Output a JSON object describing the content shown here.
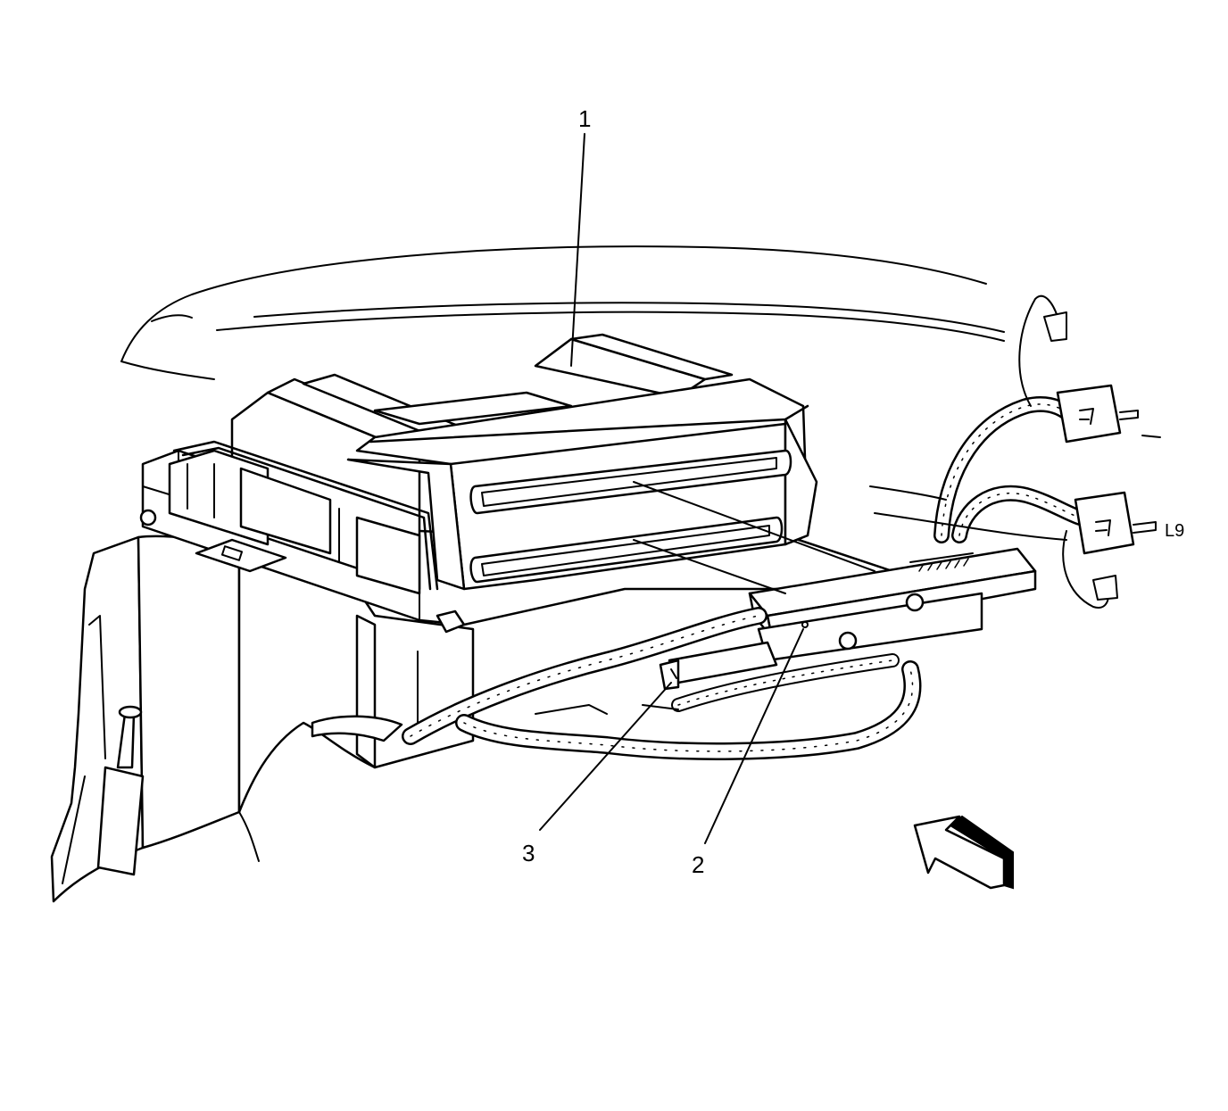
{
  "callouts": [
    {
      "id": "1",
      "label": "1"
    },
    {
      "id": "2",
      "label": "2"
    },
    {
      "id": "3",
      "label": "3"
    }
  ],
  "connector_mark": "L9"
}
